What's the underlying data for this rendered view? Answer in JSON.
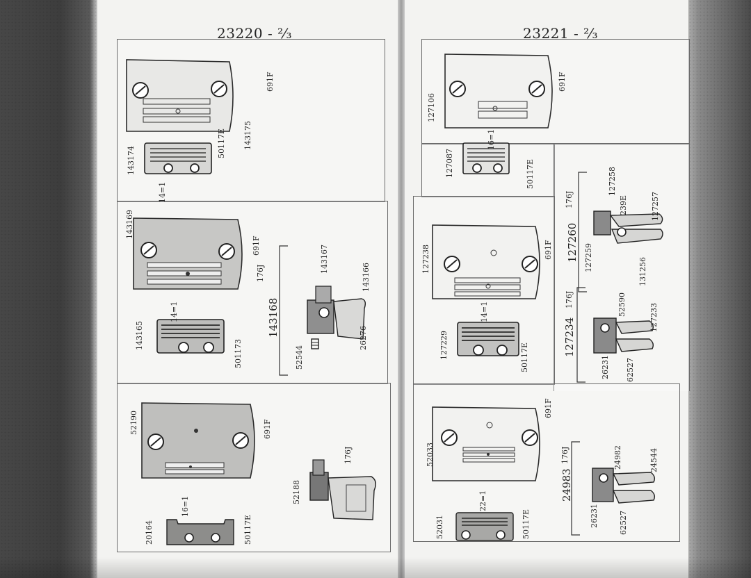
{
  "left_page": {
    "title": "23220 - ²⁄₃",
    "section_top": {
      "throat_plate": "143175",
      "screw": "691F",
      "feed_dog": "143174",
      "feed_screw": "50117E",
      "measurement": "14=1"
    },
    "section_middle": {
      "throat_plate": "143169",
      "screw": "691F",
      "feed_dog": "143165",
      "feed_screw": "501173",
      "measurement": "14=1",
      "presser_foot_assembly": "143168",
      "parts": [
        "176J",
        "143167",
        "143166",
        "26276",
        "52544"
      ]
    },
    "section_bottom": {
      "throat_plate": "52190",
      "screw": "691F",
      "feed_dog": "20164",
      "feed_screw": "50117E",
      "measurement": "16=1",
      "presser_foot": "52188",
      "foot_screw": "176J"
    }
  },
  "right_page": {
    "title": "23221 - ²⁄₃",
    "section_top": {
      "throat_plate": "127106",
      "screw": "691F",
      "feed_dog": "127087",
      "feed_screw": "50117E",
      "measurement": "16=1",
      "presser_foot_assembly": "127260",
      "parts": [
        "176J",
        "127258",
        "239E",
        "127257",
        "127259",
        "131256"
      ]
    },
    "section_middle": {
      "throat_plate": "127238",
      "screw": "691F",
      "feed_dog": "127229",
      "feed_screw": "50117E",
      "measurement": "14=1",
      "presser_foot_assembly": "127234",
      "parts": [
        "176J",
        "52590",
        "127233",
        "26231",
        "62527"
      ]
    },
    "section_bottom": {
      "throat_plate": "52033",
      "screw": "691F",
      "feed_dog": "52031",
      "feed_screw": "50117E",
      "measurement": "22=1",
      "presser_foot_assembly": "24983",
      "parts": [
        "176J",
        "24982",
        "24544",
        "26231",
        "62527"
      ]
    }
  }
}
